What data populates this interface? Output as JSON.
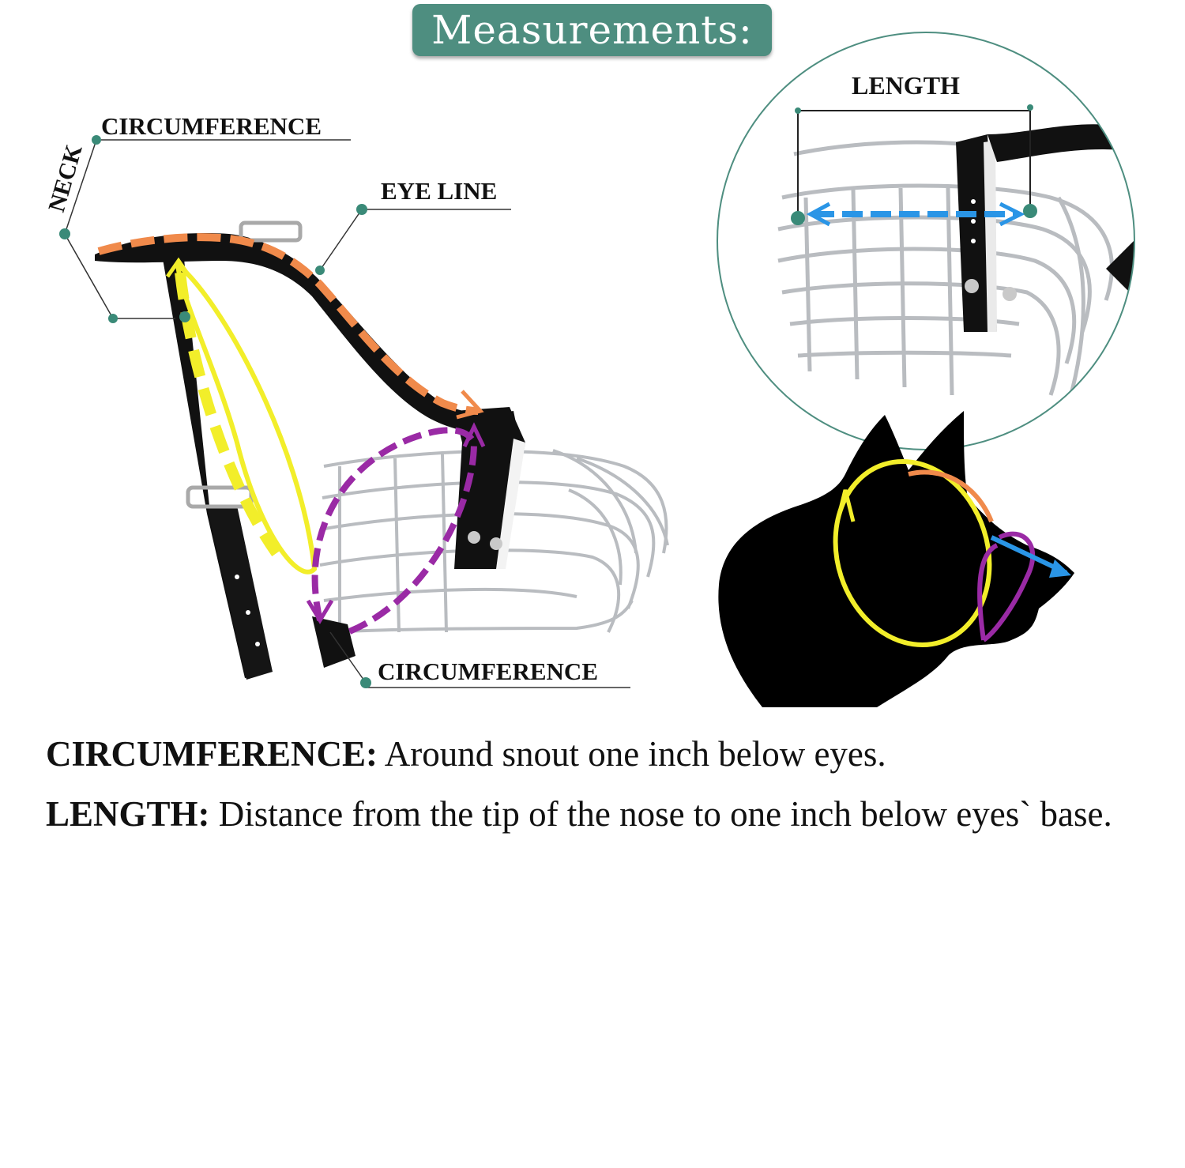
{
  "title": "Measurements:",
  "labels": {
    "neck": "NECK",
    "circumference_top": "CIRCUMFERENCE",
    "eye_line": "EYE LINE",
    "circumference_bottom": "CIRCUMFERENCE",
    "length": "LENGTH"
  },
  "descriptions": [
    {
      "term": "CIRCUMFERENCE:",
      "text": "Around snout one inch below eyes."
    },
    {
      "term": "LENGTH:",
      "text": "Distance from the tip of the nose to one inch below eyes` base."
    }
  ],
  "colors": {
    "accent_teal": "#4e8e80",
    "neck_line": "#f2ee2a",
    "eye_line": "#f08a4b",
    "snout_circumference": "#9a2aa5",
    "length_arrow": "#2a95e6",
    "leather": "#111111",
    "wire": "#b9bcc0"
  }
}
